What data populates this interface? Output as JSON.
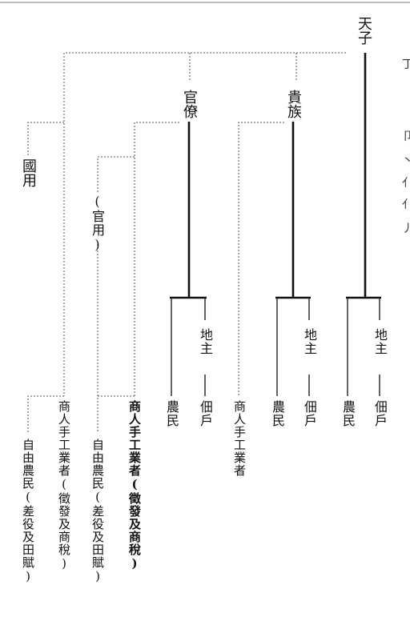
{
  "nodes": {
    "emperor": "天子",
    "officials": "官僚",
    "nobles": "貴族",
    "state_use": "國用",
    "official_use": "(官用)",
    "landlord": "地主",
    "tenant": "佃戶",
    "farmer": "農民",
    "merchant_craftsman": "商人手工業者",
    "merchant_craftsman_levy": "商人手工業者(徵發及商稅)",
    "free_farmer_levy": "自由農民(差役及田賦)"
  },
  "right_edge_fragments": [
    "丁",
    "卩",
    "丶",
    "亻",
    "亻",
    "丿"
  ]
}
